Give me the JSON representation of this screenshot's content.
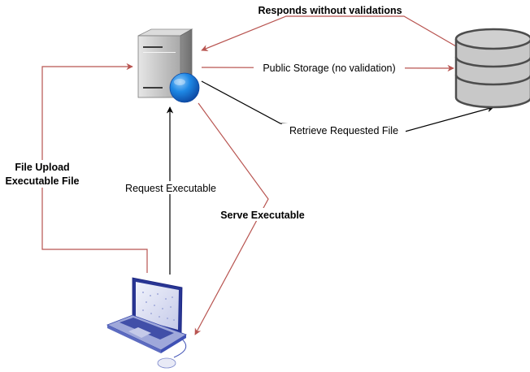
{
  "colors": {
    "red_edge": "#b85450",
    "black_edge": "#000000",
    "server_body": "#c8c8c8",
    "globe": "#1e88e5",
    "database": "#c8c8c8",
    "laptop_screen": "#e8eaf6",
    "laptop_keys": "#7986cb"
  },
  "nodes": {
    "server": {
      "icon": "server-with-globe-icon"
    },
    "database": {
      "icon": "database-cylinder-icon"
    },
    "laptop": {
      "icon": "laptop-icon"
    }
  },
  "edges": {
    "responds": {
      "label": "Responds without validations",
      "color": "red_edge",
      "bold": true
    },
    "public_storage": {
      "label": "Public Storage (no validation)",
      "color": "red_edge",
      "bold": false
    },
    "retrieve": {
      "label": "Retrieve Requested File",
      "color": "black_edge",
      "bold": false
    },
    "file_upload": {
      "line1": "File Upload",
      "line2": "Executable File",
      "color": "red_edge",
      "bold": true
    },
    "request": {
      "label": "Request Executable",
      "color": "black_edge",
      "bold": false
    },
    "serve": {
      "label": "Serve Executable",
      "color": "red_edge",
      "bold": true
    }
  }
}
